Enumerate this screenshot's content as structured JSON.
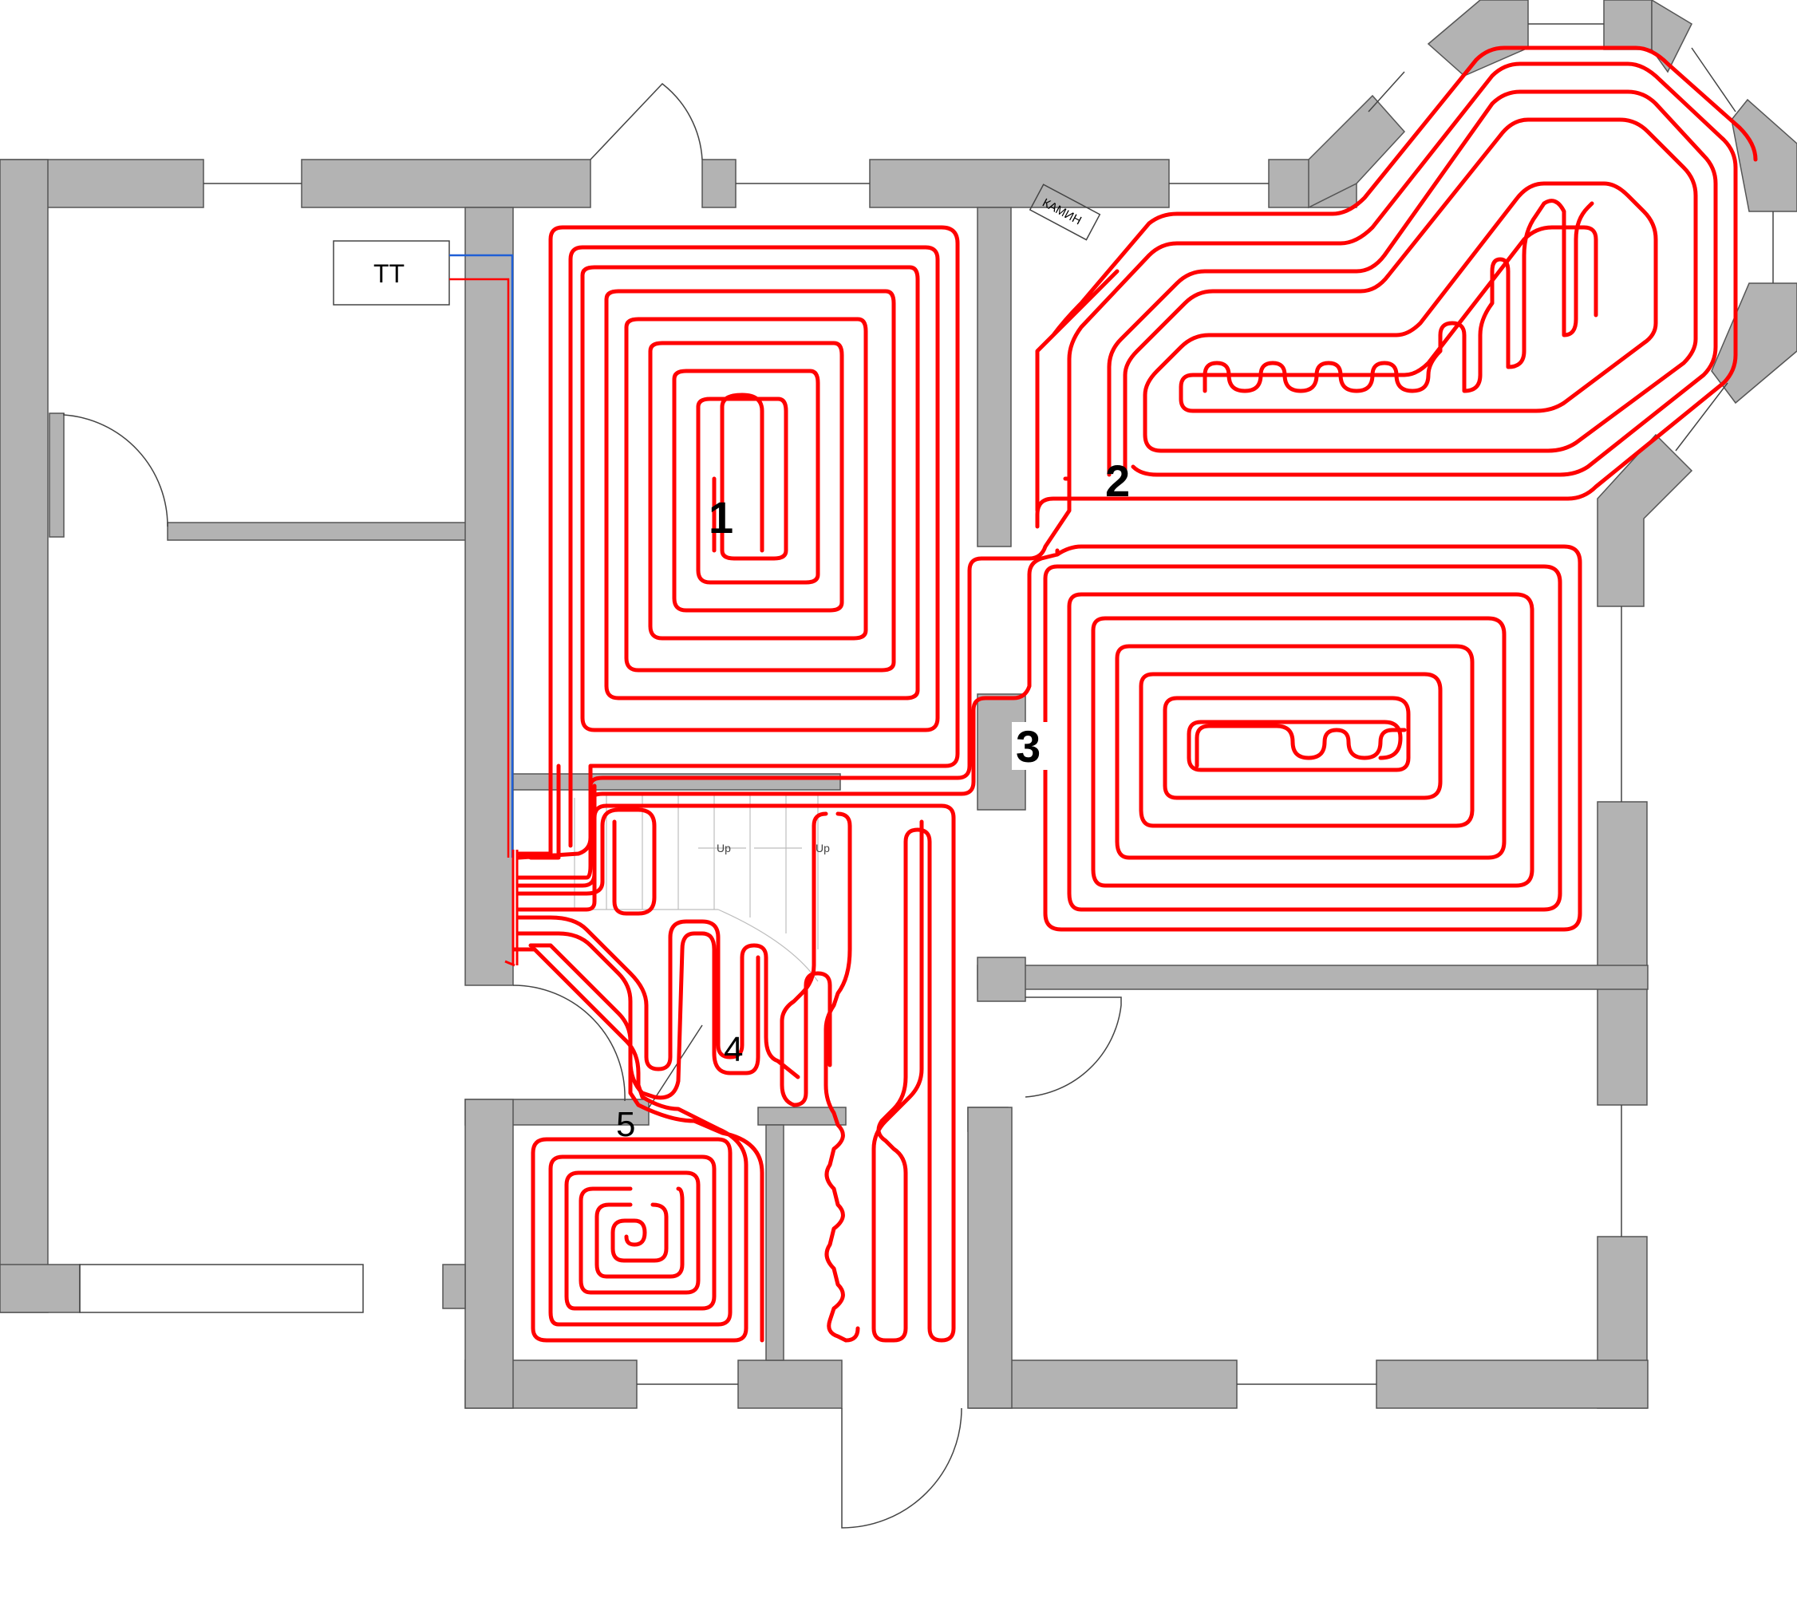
{
  "colors": {
    "pipe": "#ff0000",
    "supply_line": "#ff0000",
    "return_line": "#1f5fd6",
    "wall": "#b3b3b3"
  },
  "boiler": {
    "label": "TT"
  },
  "fireplace": {
    "label": "КАМИН"
  },
  "stairs": {
    "arrow_label_1": "Up",
    "arrow_label_2": "Up"
  },
  "zones": [
    {
      "label": "1"
    },
    {
      "label": "2"
    },
    {
      "label": "3"
    },
    {
      "label": "4"
    },
    {
      "label": "5"
    }
  ]
}
